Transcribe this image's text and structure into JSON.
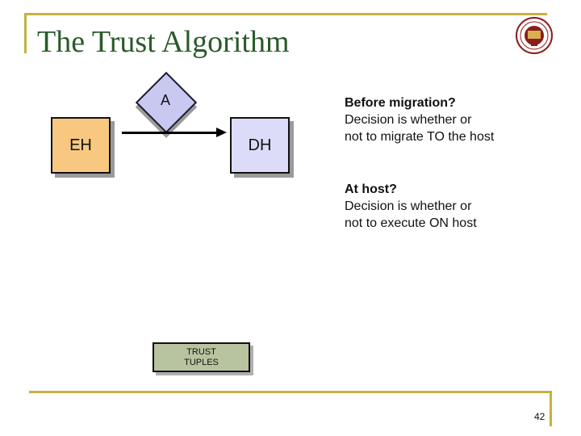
{
  "slide": {
    "title": "The Trust Algorithm",
    "page_number": "42"
  },
  "logo": {
    "icon": "university-seal-icon",
    "color": "#8b1c1c"
  },
  "diagram": {
    "nodes": {
      "agent": "A",
      "eh": "EH",
      "dh": "DH",
      "trust_tuples_line1": "TRUST",
      "trust_tuples_line2": "TUPLES"
    }
  },
  "notes": [
    {
      "heading": "Before migration?",
      "lines": [
        "Decision is whether or",
        "not to migrate TO the host"
      ]
    },
    {
      "heading": "At host?",
      "lines": [
        "Decision is whether or",
        "not to execute ON host"
      ]
    }
  ],
  "colors": {
    "accent_rule": "#c8b040",
    "title": "#2a5a2a",
    "eh_fill": "#f8c880",
    "dh_fill": "#dcdcf8",
    "agent_fill": "#c8c8f0",
    "tuples_fill": "#b8c4a0"
  }
}
